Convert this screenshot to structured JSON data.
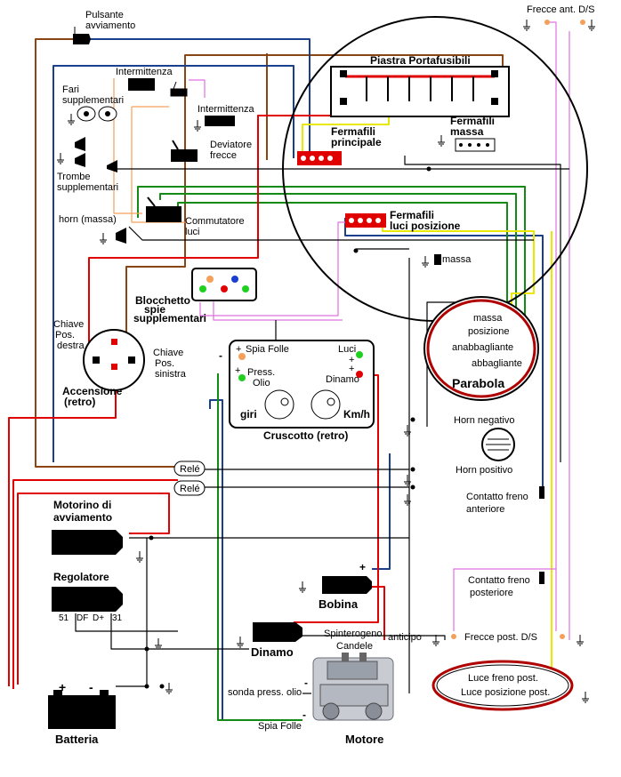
{
  "labels": {
    "pulsante": [
      "Pulsante",
      "avviamento"
    ],
    "frecce_ant": "Frecce ant. D/S",
    "intermittenza1": "Intermittenza",
    "intermittenza2": "Intermittenza",
    "fari": [
      "Fari",
      "supplementari"
    ],
    "trombe": [
      "Trombe",
      "supplementari"
    ],
    "deviatore": [
      "Deviatore",
      "frecce"
    ],
    "piastra": "Piastra Portafusibili",
    "fermafili_massa": [
      "Fermafili",
      "massa"
    ],
    "fermafili_principale": [
      "Fermafili",
      "principale"
    ],
    "horn_massa": "horn (massa)",
    "commutatore": [
      "Commutatore",
      "luci"
    ],
    "fermafili_luci": [
      "Fermafili",
      "luci posizione"
    ],
    "massa": "massa",
    "blocchetto": [
      "Blocchetto",
      "spie",
      "supplementari"
    ],
    "chiave_destra": [
      "Chiave",
      "Pos.",
      "destra"
    ],
    "chiave_sinistra": [
      "Chiave",
      "Pos.",
      "sinistra"
    ],
    "accensione": [
      "Accensione",
      "(retro)"
    ],
    "spia_folle": "Spia Folle",
    "luci": "Luci",
    "press_olio": [
      "Press.",
      "Olio"
    ],
    "dinamo_ind": "Dinamo",
    "giri": "giri",
    "kmh": "Km/h",
    "cruscotto": "Cruscotto (retro)",
    "parabola_items": [
      "massa",
      "posizione",
      "anabbagliante",
      "abbagliante"
    ],
    "parabola": "Parabola",
    "horn_negativo": "Horn negativo",
    "horn_positivo": "Horn  positivo",
    "rele": "Relé",
    "motorino": [
      "Motorino di",
      "avviamento"
    ],
    "contatto_ant": [
      "Contatto freno",
      "anteriore"
    ],
    "contatto_post": [
      "Contatto freno",
      "posteriore"
    ],
    "regolatore": "Regolatore",
    "reg_terminals": [
      "51",
      "DF",
      "D+",
      "31"
    ],
    "bobina": "Bobina",
    "frecce_post": "Frecce post. D/S",
    "spinterogeno": "Spinterogeno",
    "candele": "Candele",
    "anticipo": "anticipo",
    "dinamo": "Dinamo",
    "luce_freno": "Luce freno post.",
    "luce_posizione": "Luce posizione post.",
    "sonda": "sonda press. olio",
    "batteria": "Batteria",
    "spia_folle_bottom": "Spia Folle",
    "motore": "Motore",
    "plus": "+",
    "minus": "-"
  },
  "colors": {
    "red": "#e00000",
    "blue": "#1a3f8c",
    "brown": "#8b4513",
    "green": "#138a13",
    "yellow": "#e8e800",
    "orange": "#f5a05a",
    "magenta": "#e070e0",
    "black": "#000000"
  }
}
